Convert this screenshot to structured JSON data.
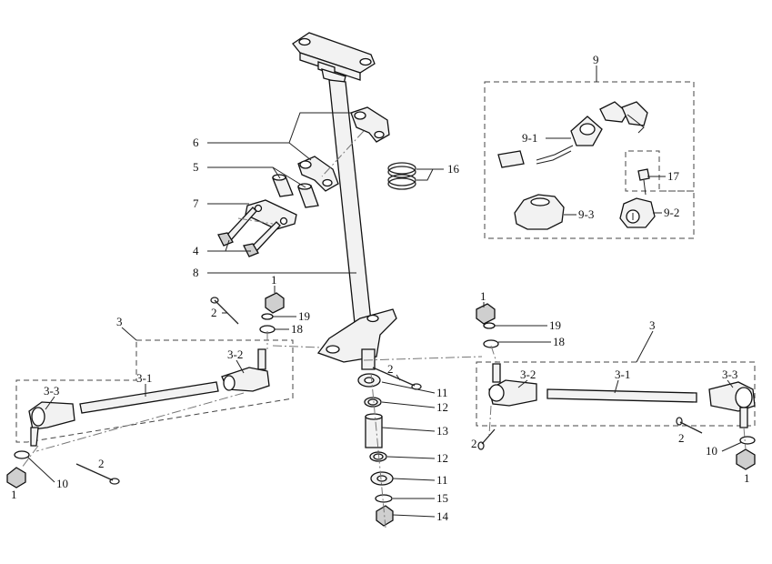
{
  "labels": {
    "l1a": "1",
    "l1b": "1",
    "l1c": "1",
    "l1d": "1",
    "l2a": "2",
    "l2b": "2",
    "l2c": "2",
    "l2d": "2",
    "l2e": "2",
    "l3a": "3",
    "l3b": "3",
    "l3_1a": "3-1",
    "l3_1b": "3-1",
    "l3_2a": "3-2",
    "l3_2b": "3-2",
    "l3_3a": "3-3",
    "l3_3b": "3-3",
    "l4": "4",
    "l5": "5",
    "l6": "6",
    "l7": "7",
    "l8": "8",
    "l9": "9",
    "l9_1": "9-1",
    "l9_2": "9-2",
    "l9_3": "9-3",
    "l10a": "10",
    "l10b": "10",
    "l11a": "11",
    "l11b": "11",
    "l12a": "12",
    "l12b": "12",
    "l13": "13",
    "l14": "14",
    "l15": "15",
    "l16": "16",
    "l17": "17",
    "l18a": "18",
    "l18b": "18",
    "l19a": "19",
    "l19b": "19"
  }
}
